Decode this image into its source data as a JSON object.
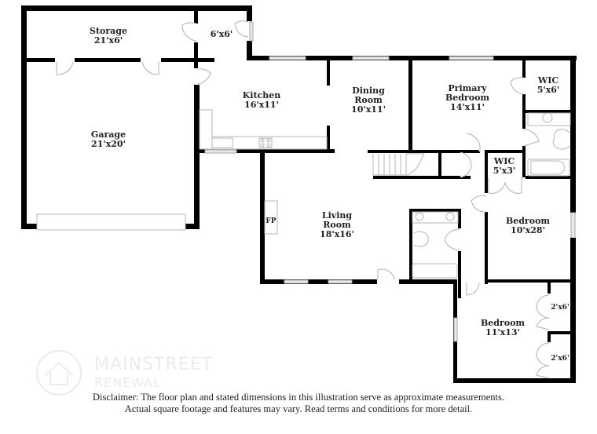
{
  "rooms": {
    "storage": {
      "name": "Storage",
      "dims": "21'x6'"
    },
    "closet_6x6": {
      "dims": "6'x6'"
    },
    "garage": {
      "name": "Garage",
      "dims": "21'x20'"
    },
    "kitchen": {
      "name": "Kitchen",
      "dims": "16'x11'"
    },
    "dining": {
      "name_1": "Dining",
      "name_2": "Room",
      "dims": "10'x11'"
    },
    "primary_bedroom": {
      "name_1": "Primary",
      "name_2": "Bedroom",
      "dims": "14'x11'"
    },
    "wic_primary": {
      "name": "WIC",
      "dims": "5'x6'"
    },
    "wic_small": {
      "name": "WIC",
      "dims": "5'x3'"
    },
    "living": {
      "name_1": "Living",
      "name_2": "Room",
      "dims": "18'x16'"
    },
    "fireplace": {
      "label": "FP"
    },
    "bedroom_2": {
      "name": "Bedroom",
      "dims": "10'x28'"
    },
    "bedroom_3": {
      "name": "Bedroom",
      "dims": "11'x13'"
    },
    "closet_a": {
      "dims": "2'x6'"
    },
    "closet_b": {
      "dims": "2'x6'"
    }
  },
  "logo": {
    "main": "MAINSTREET",
    "sub": "RENEWAL"
  },
  "disclaimer": {
    "line_1": "Disclaimer: The floor plan and stated dimensions in this illustration serve as approximate measurements.",
    "line_2": "Actual square footage and features may vary. Read terms and conditions for more detail."
  }
}
